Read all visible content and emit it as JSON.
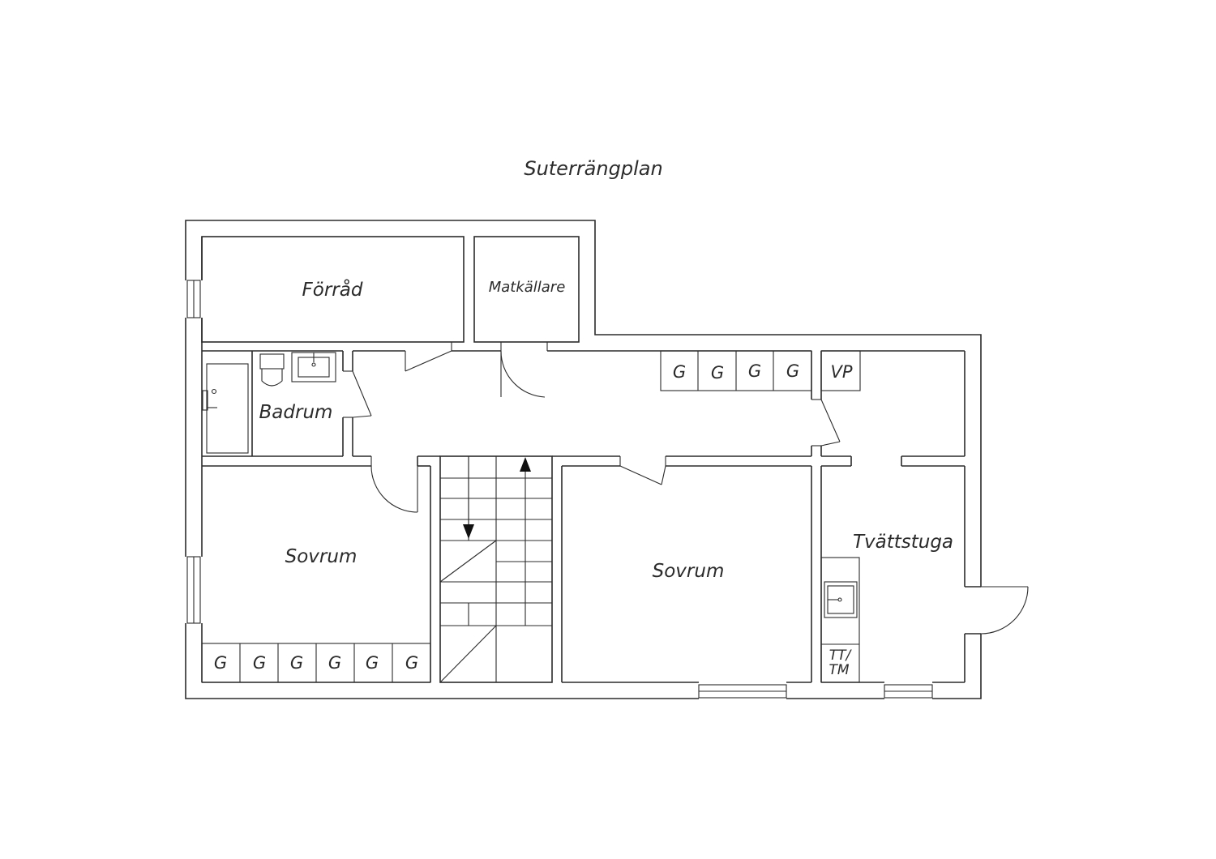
{
  "plan": {
    "title": "Suterrängplan",
    "rooms": {
      "forrad": "Förråd",
      "matkallare": "Matkällare",
      "badrum": "Badrum",
      "sovrum_left": "Sovrum",
      "sovrum_center": "Sovrum",
      "tvattstuga": "Tvättstuga"
    },
    "labels": {
      "vp": "VP",
      "tt": "TT/",
      "tm": "TM"
    },
    "closets_hall": [
      "G",
      "G",
      "G",
      "G"
    ],
    "closets_bedroom": [
      "G",
      "G",
      "G",
      "G",
      "G",
      "G"
    ]
  }
}
